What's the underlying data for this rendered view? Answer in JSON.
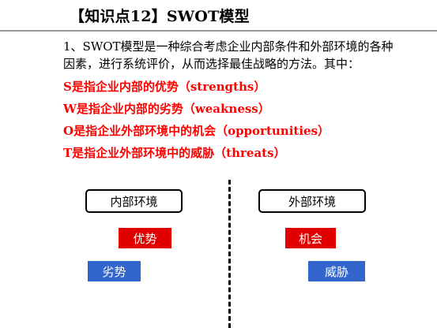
{
  "title": "【知识点12】SWOT模型",
  "intro": {
    "line1": "1、SWOT模型是一种综合考虑企业内部条件和外部环境的各种",
    "line2": "因素，进行系统评价，从而选择最佳战略的方法。其中："
  },
  "definitions": [
    "S是指企业内部的优势（strengths）",
    "W是指企业内部的劣势（weakness）",
    "O是指企业外部环境中的机会（opportunities）",
    "T是指企业外部环境中的威胁（threats）"
  ],
  "diagram": {
    "internal_label": "内部环境",
    "external_label": "外部环境",
    "strength_label": "优势",
    "weakness_label": "劣势",
    "opportunity_label": "机会",
    "threat_label": "威胁"
  },
  "colors": {
    "definition_text": "#ff0000",
    "strength_box": "#e00000",
    "opportunity_box": "#e00000",
    "weakness_box": "#3366cc",
    "threat_box": "#3366cc"
  }
}
